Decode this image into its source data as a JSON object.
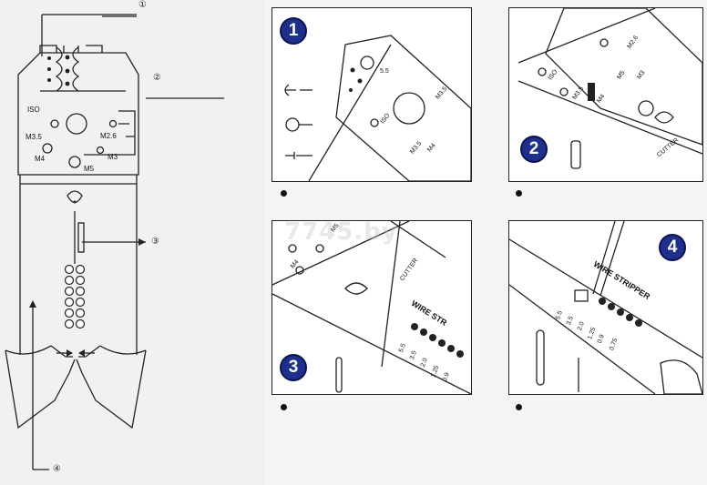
{
  "callouts": [
    "①",
    "②",
    "③",
    "④"
  ],
  "tool_labels": {
    "iso": "ISO",
    "m35": "M3.5",
    "m26": "M2.6",
    "m4": "M4",
    "m3": "M3",
    "m5": "M5"
  },
  "steps": [
    {
      "number": "1",
      "labels": {
        "a": "5.5",
        "b": "ISO",
        "c": "M3.5",
        "d": "M4",
        "e": "M3.5"
      }
    },
    {
      "number": "2",
      "labels": {
        "a": "M2.6",
        "b": "M3",
        "c": "ISO",
        "d": "M3.5",
        "e": "M4",
        "f": "M5",
        "g": "CUTTER"
      }
    },
    {
      "number": "3",
      "labels": {
        "a": "M5",
        "b": "M4",
        "c": "CUTTER",
        "d": "WIRE STR",
        "e": "5.5",
        "f": "3.5",
        "g": "2.0",
        "h": "1.25",
        "i": "0.9"
      }
    },
    {
      "number": "4",
      "labels": {
        "a": "WIRE STRIPPER",
        "b": "5.5",
        "c": "3.5",
        "d": "2.0",
        "e": "1.25",
        "f": "0.9",
        "g": "0.75"
      }
    }
  ],
  "watermark": "7745.by",
  "colors": {
    "badge": "#1e2f8c",
    "line": "#222222"
  }
}
